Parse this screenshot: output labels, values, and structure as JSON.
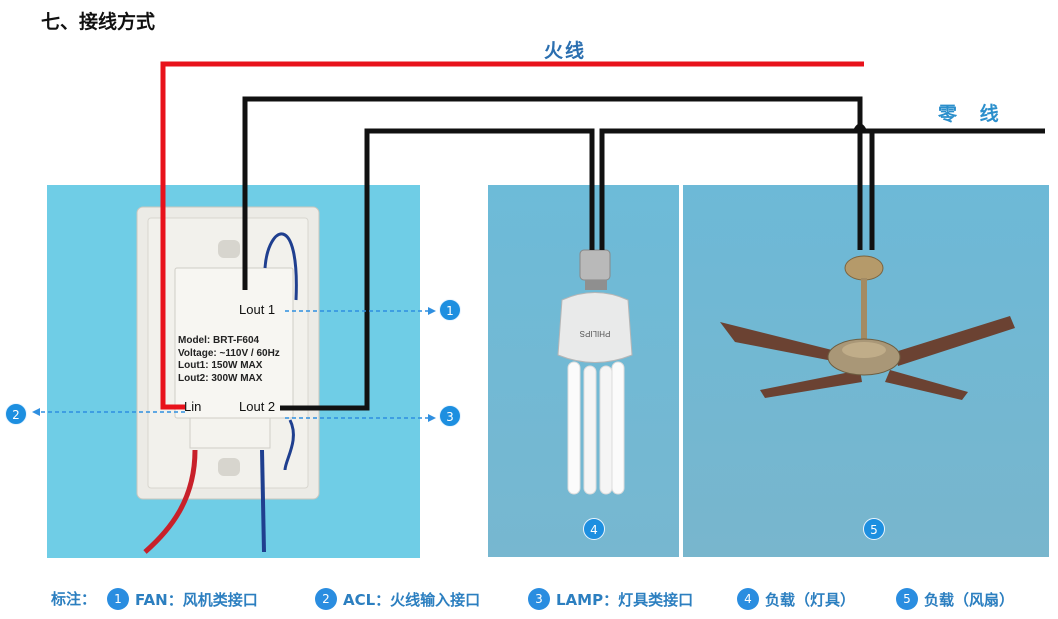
{
  "title": "七、接线方式",
  "wires": {
    "live_label": "火线",
    "neutral_label": "零 线",
    "live_color": "#e8121b",
    "neutral_color": "#111111"
  },
  "switch_panel": {
    "lout1": "Lout 1",
    "lout2": "Lout 2",
    "lin": "Lin",
    "spec_lines": [
      "Model: BRT-F604",
      "Voltage: ~110V / 60Hz",
      "Lout1:  150W MAX",
      "Lout2:  300W MAX"
    ]
  },
  "lamp_panel": {
    "brand": "PHILIPS"
  },
  "callouts": [
    "1",
    "2",
    "3",
    "4",
    "5"
  ],
  "legend": {
    "prefix": "标注：",
    "items": [
      {
        "num": "1",
        "text": "FAN：风机类接口"
      },
      {
        "num": "2",
        "text": "ACL：火线输入接口"
      },
      {
        "num": "3",
        "text": "LAMP：灯具类接口"
      },
      {
        "num": "4",
        "text": "负载（灯具）"
      },
      {
        "num": "5",
        "text": "负载（风扇）"
      }
    ]
  },
  "colors": {
    "accent": "#1d8fe0",
    "panel": "#6fcde6",
    "label_blue": "#2c7fc0"
  }
}
